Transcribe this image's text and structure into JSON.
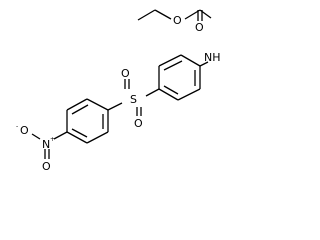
{
  "molecule": {
    "atoms": {
      "o_ester": "O",
      "o_carbonyl": "O",
      "nh": "NH",
      "s": "S",
      "o_sulfonyl_1": "O",
      "o_sulfonyl_2": "O",
      "n_nitro": "N",
      "n_nitro_charge": "+",
      "o_nitro_minus": "O",
      "o_nitro_minus_charge": "-",
      "o_nitro_double": "O"
    }
  }
}
